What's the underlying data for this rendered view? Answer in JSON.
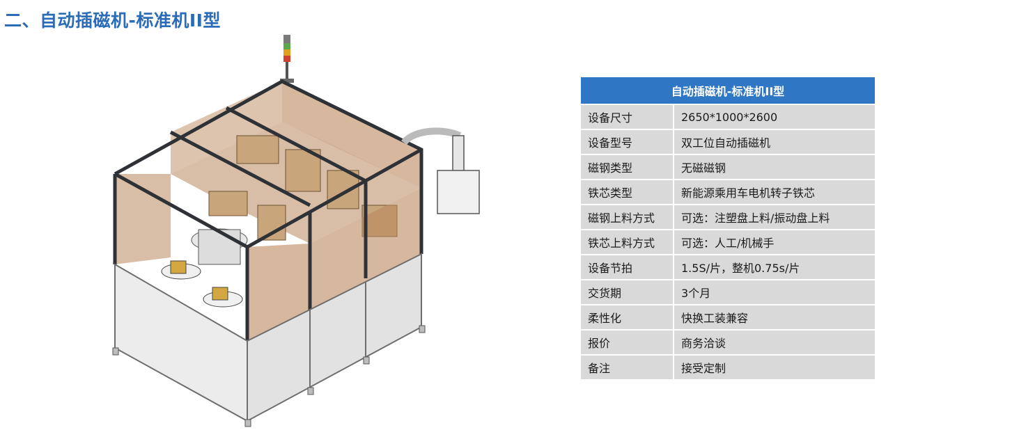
{
  "heading": "二、自动插磁机-标准机II型",
  "machine_image": {
    "alt": "自动插磁机-标准机II型 设备示意图",
    "frame_color": "#2e3136",
    "panel_color": "#b9895e"
  },
  "table": {
    "title": "自动插磁机-标准机II型",
    "rows": [
      {
        "label": "设备尺寸",
        "value": "2650*1000*2600"
      },
      {
        "label": "设备型号",
        "value": "双工位自动插磁机"
      },
      {
        "label": "磁钢类型",
        "value": "无磁磁钢"
      },
      {
        "label": "铁芯类型",
        "value": "新能源乘用车电机转子铁芯"
      },
      {
        "label": "磁钢上料方式",
        "value": "可选：注塑盘上料/振动盘上料"
      },
      {
        "label": "铁芯上料方式",
        "value": "可选：人工/机械手"
      },
      {
        "label": "设备节拍",
        "value": "1.5S/片，整机0.75s/片"
      },
      {
        "label": "交货期",
        "value": "3个月"
      },
      {
        "label": "柔性化",
        "value": "快换工装兼容"
      },
      {
        "label": "报价",
        "value": "商务洽谈"
      },
      {
        "label": "备注",
        "value": "接受定制"
      }
    ]
  },
  "colors": {
    "heading": "#2b6cb8",
    "table_header": "#2f77c4",
    "table_cell": "#d9d9d9"
  }
}
